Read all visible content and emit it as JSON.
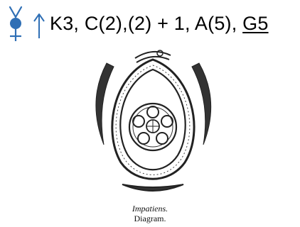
{
  "formula": {
    "symbols": [
      "bisexual-flower-symbol",
      "zygomorphic-arrow-symbol"
    ],
    "text_main": "K3, C(2),(2) + 1, A(5),",
    "text_gynoecium": "G5",
    "symbol_color": "#2f6fb5"
  },
  "caption": {
    "genus": "Impatiens.",
    "label": "Diagram."
  }
}
